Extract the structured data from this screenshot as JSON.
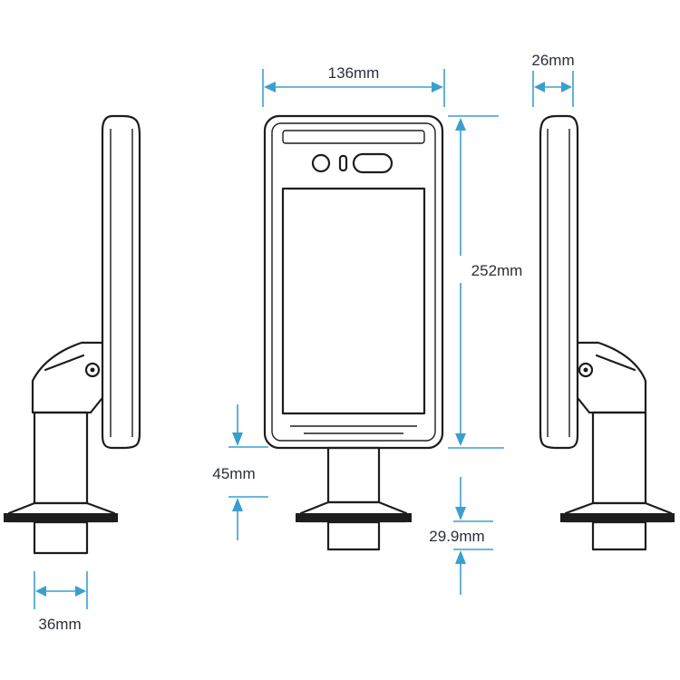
{
  "dimensions": {
    "width": "136mm",
    "depth": "26mm",
    "height": "252mm",
    "stand_height": "45mm",
    "base_height": "29.9mm",
    "pole_diameter": "36mm"
  },
  "colors": {
    "outline": "#1d1d1d",
    "dimension_line": "#3a9fd0",
    "dimension_text": "#2a2f3a"
  }
}
